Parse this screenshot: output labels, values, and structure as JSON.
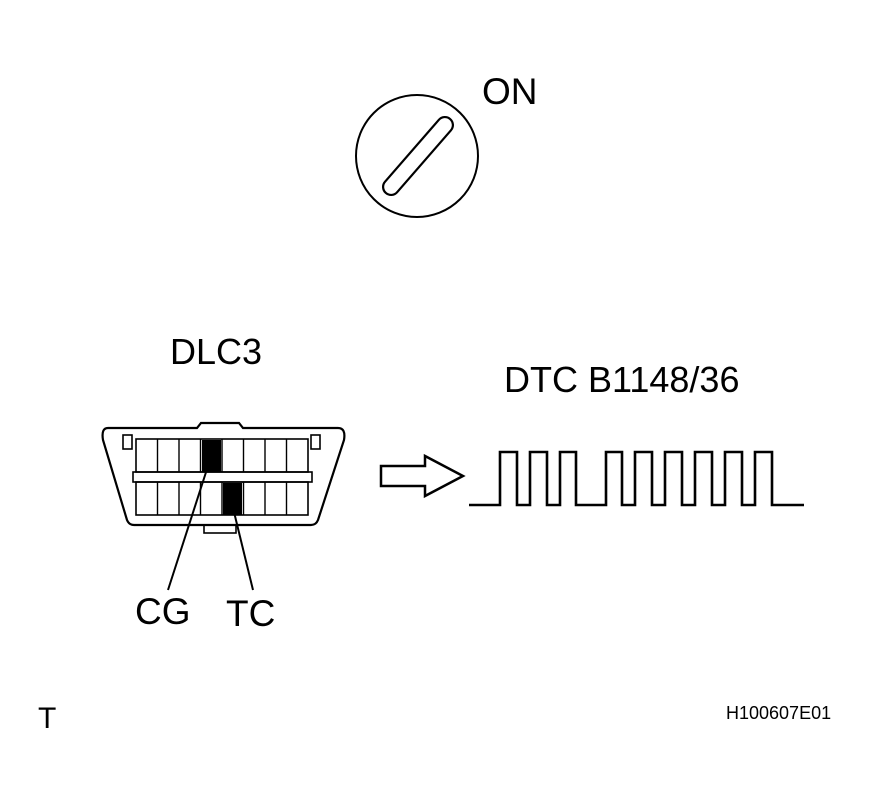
{
  "ignition": {
    "label": "ON"
  },
  "connector": {
    "name": "DLC3",
    "pins": [
      "CG",
      "TC"
    ]
  },
  "dtc": {
    "label": "DTC B1148/36"
  },
  "footer": {
    "left_code": "T",
    "right_code": "H100607E01"
  }
}
